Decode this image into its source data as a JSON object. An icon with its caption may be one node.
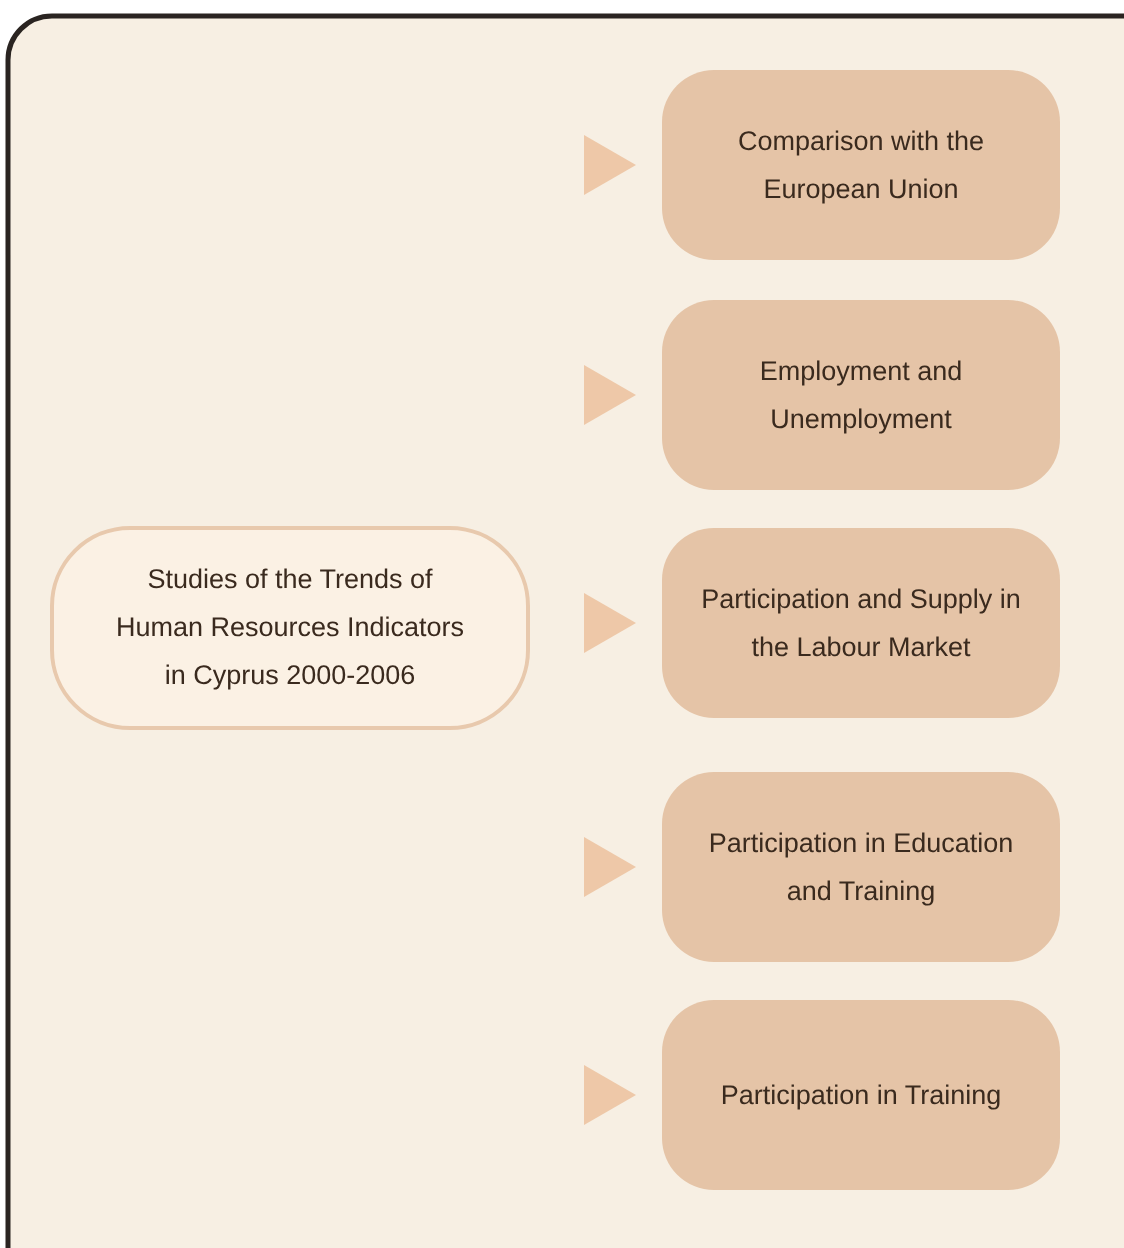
{
  "diagram": {
    "nodes": [
      {
        "text": [
          "Studies of the Trends of Human Resources Indicators in Cyprus 2000-2006"
        ]
      },
      {
        "text": [
          "Comparison with the European Union"
        ]
      },
      {
        "text": [
          "Employment and Unemployment"
        ]
      },
      {
        "text": [
          "Participation and Supply in the Labour Market"
        ]
      },
      {
        "text": [
          "Participation in Education and Training"
        ]
      },
      {
        "text": [
          "Participation in Training"
        ]
      }
    ],
    "edges": [
      {
        "from": null,
        "to": 1,
        "arrow": "to"
      },
      {
        "from": null,
        "to": 2,
        "arrow": "to"
      },
      {
        "from": null,
        "to": 3,
        "arrow": "to"
      },
      {
        "from": null,
        "to": 4,
        "arrow": "to"
      },
      {
        "from": null,
        "to": 5,
        "arrow": "to"
      }
    ]
  }
}
